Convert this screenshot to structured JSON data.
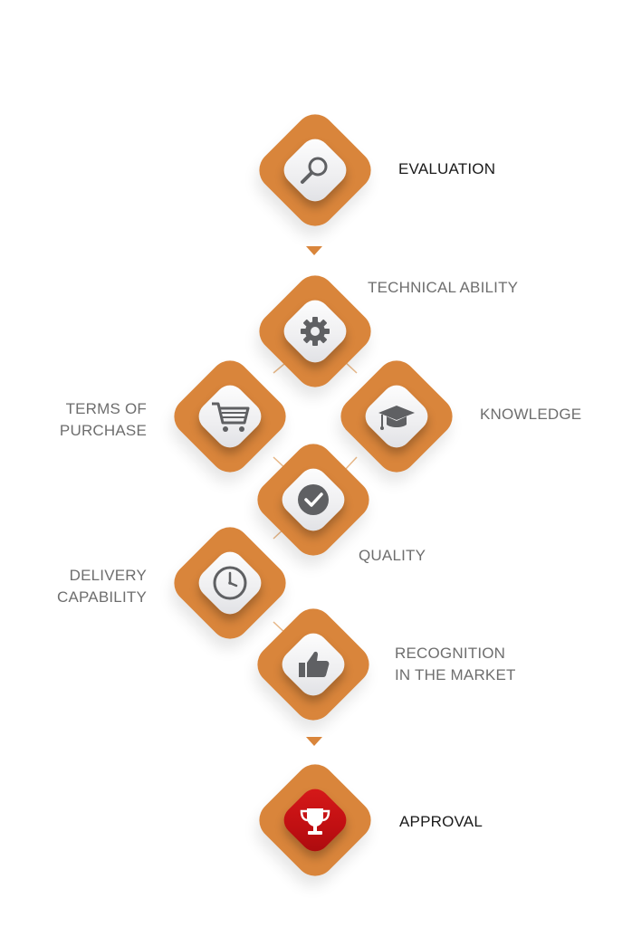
{
  "steps": {
    "evaluation": {
      "label": "EVALUATION",
      "icon": "magnifier-icon"
    },
    "technical": {
      "label": "TECHNICAL ABILITY",
      "icon": "gear-icon"
    },
    "terms": {
      "line1": "TERMS OF",
      "line2": "PURCHASE",
      "icon": "shopping-cart-icon"
    },
    "knowledge": {
      "label": "KNOWLEDGE",
      "icon": "graduation-cap-icon"
    },
    "quality": {
      "label": "QUALITY",
      "icon": "checkmark-icon"
    },
    "delivery": {
      "line1": "DELIVERY",
      "line2": "CAPABILITY",
      "icon": "clock-icon"
    },
    "recognition": {
      "line1": "RECOGNITION",
      "line2": "IN THE MARKET",
      "icon": "thumbs-up-icon"
    },
    "approval": {
      "label": "APPROVAL",
      "icon": "trophy-icon"
    }
  },
  "colors": {
    "accent": "#d9853b",
    "approval": "#c00f12",
    "icon": "#5f6063",
    "label": "#6e6e6e",
    "label_dark": "#1a1a1a"
  }
}
